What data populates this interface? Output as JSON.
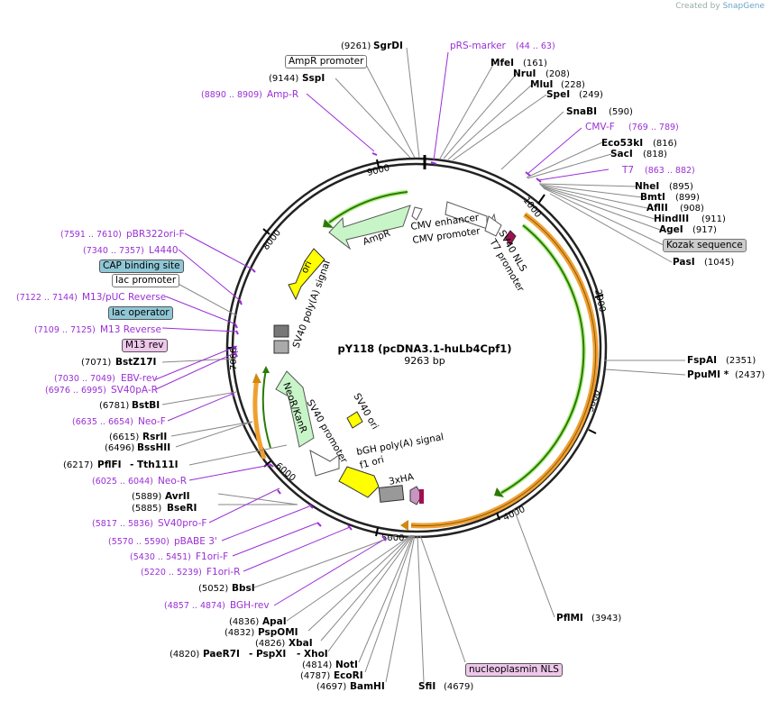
{
  "watermark": {
    "prefix": "Created by",
    "brand": "SnapGene"
  },
  "plasmid": {
    "name": "pY118 (pcDNA3.1-huLb4Cpf1)",
    "size": "9263 bp"
  },
  "ticks": [
    "1000",
    "2000",
    "3000",
    "4000",
    "5000",
    "6000",
    "7000",
    "8000",
    "9000"
  ],
  "enzymes": [
    {
      "pos": "(9261)",
      "name": "SgrDI"
    },
    {
      "pos": "(9144)",
      "name": "SspI"
    },
    {
      "pos": "(161)",
      "name": "MfeI"
    },
    {
      "pos": "(208)",
      "name": "NruI"
    },
    {
      "pos": "(228)",
      "name": "MluI"
    },
    {
      "pos": "(249)",
      "name": "SpeI"
    },
    {
      "pos": "(590)",
      "name": "SnaBI"
    },
    {
      "pos": "(816)",
      "name": "Eco53kI"
    },
    {
      "pos": "(818)",
      "name": "SacI"
    },
    {
      "pos": "(895)",
      "name": "NheI"
    },
    {
      "pos": "(899)",
      "name": "BmtI"
    },
    {
      "pos": "(908)",
      "name": "AflII"
    },
    {
      "pos": "(911)",
      "name": "HindIII"
    },
    {
      "pos": "(917)",
      "name": "AgeI"
    },
    {
      "pos": "(1045)",
      "name": "PasI"
    },
    {
      "pos": "(2351)",
      "name": "FspAI"
    },
    {
      "pos": "(2437)",
      "name": "PpuMI *"
    },
    {
      "pos": "(3943)",
      "name": "PflMI"
    },
    {
      "pos": "(4679)",
      "name": "SfiI"
    },
    {
      "pos": "(4697)",
      "name": "BamHI"
    },
    {
      "pos": "(4787)",
      "name": "EcoRI"
    },
    {
      "pos": "(4814)",
      "name": "NotI"
    },
    {
      "pos": "(4820)",
      "name": "PaeR7I"
    },
    {
      "pos": "(4826)",
      "name": "XbaI"
    },
    {
      "pos": "(4832)",
      "name": "PspOMI"
    },
    {
      "pos": "(4836)",
      "name": "ApaI"
    },
    {
      "pos": "(5052)",
      "name": "BbsI"
    },
    {
      "pos": "(5885)",
      "name": "BseRI"
    },
    {
      "pos": "(5889)",
      "name": "AvrII"
    },
    {
      "pos": "(6217)",
      "name": "PflFI"
    },
    {
      "pos": "(6496)",
      "name": "BssHII"
    },
    {
      "pos": "(6615)",
      "name": "RsrII"
    },
    {
      "pos": "(6781)",
      "name": "BstBI"
    },
    {
      "pos": "(7071)",
      "name": "BstZ17I"
    }
  ],
  "extra_enzymes": {
    "pspxi": "PspXI",
    "xhoi": "XhoI",
    "tth": "Tth111I"
  },
  "primers": [
    {
      "name": "pRS-marker",
      "range": "(44 .. 63)"
    },
    {
      "name": "Amp-R",
      "range": "(8890 .. 8909)"
    },
    {
      "name": "CMV-F",
      "range": "(769 .. 789)"
    },
    {
      "name": "T7",
      "range": "(863 .. 882)"
    },
    {
      "name": "pBR322ori-F",
      "range": "(7591 .. 7610)"
    },
    {
      "name": "L4440",
      "range": "(7340 .. 7357)"
    },
    {
      "name": "M13/pUC Reverse",
      "range": "(7122 .. 7144)"
    },
    {
      "name": "M13 Reverse",
      "range": "(7109 .. 7125)"
    },
    {
      "name": "EBV-rev",
      "range": "(7030 .. 7049)"
    },
    {
      "name": "SV40pA-R",
      "range": "(6976 .. 6995)"
    },
    {
      "name": "Neo-F",
      "range": "(6635 .. 6654)"
    },
    {
      "name": "Neo-R",
      "range": "(6025 .. 6044)"
    },
    {
      "name": "SV40pro-F",
      "range": "(5817 .. 5836)"
    },
    {
      "name": "pBABE 3'",
      "range": "(5570 .. 5590)"
    },
    {
      "name": "F1ori-F",
      "range": "(5430 .. 5451)"
    },
    {
      "name": "F1ori-R",
      "range": "(5220 .. 5239)"
    },
    {
      "name": "BGH-rev",
      "range": "(4857 .. 4874)"
    }
  ],
  "boxed_features": {
    "ampr_promoter": "AmpR promoter",
    "kozak": "Kozak sequence",
    "cap_site": "CAP binding site",
    "lac_promoter": "lac promoter",
    "lac_operator": "lac operator",
    "m13_rev": "M13 rev",
    "nucleoplasmin": "nucleoplasmin NLS"
  },
  "inner_features": {
    "ampr": "AmpR",
    "ori": "ori",
    "sv40_polya": "SV40 poly(A) signal",
    "neor": "NeoR/KanR",
    "sv40_promoter": "SV40 promoter",
    "sv40_ori": "SV40 ori",
    "bgh": "bGH poly(A) signal",
    "f1_ori": "f1 ori",
    "ha": "3xHA",
    "cmv_enhancer": "CMV enhancer",
    "cmv_promoter": "CMV promoter",
    "sv40_nls": "SV40 NLS",
    "t7_promoter": "T7 promoter"
  },
  "colors": {
    "enzyme": "#000000",
    "primer": "#9a2fd6",
    "orf": "#f0a030",
    "green": "#3a9a10",
    "ampr": "#c8f5c8",
    "ori": "#ffff00",
    "box_blue": "#8fc7d6",
    "box_grey": "#cccccc",
    "box_pink": "#eec7ea"
  }
}
